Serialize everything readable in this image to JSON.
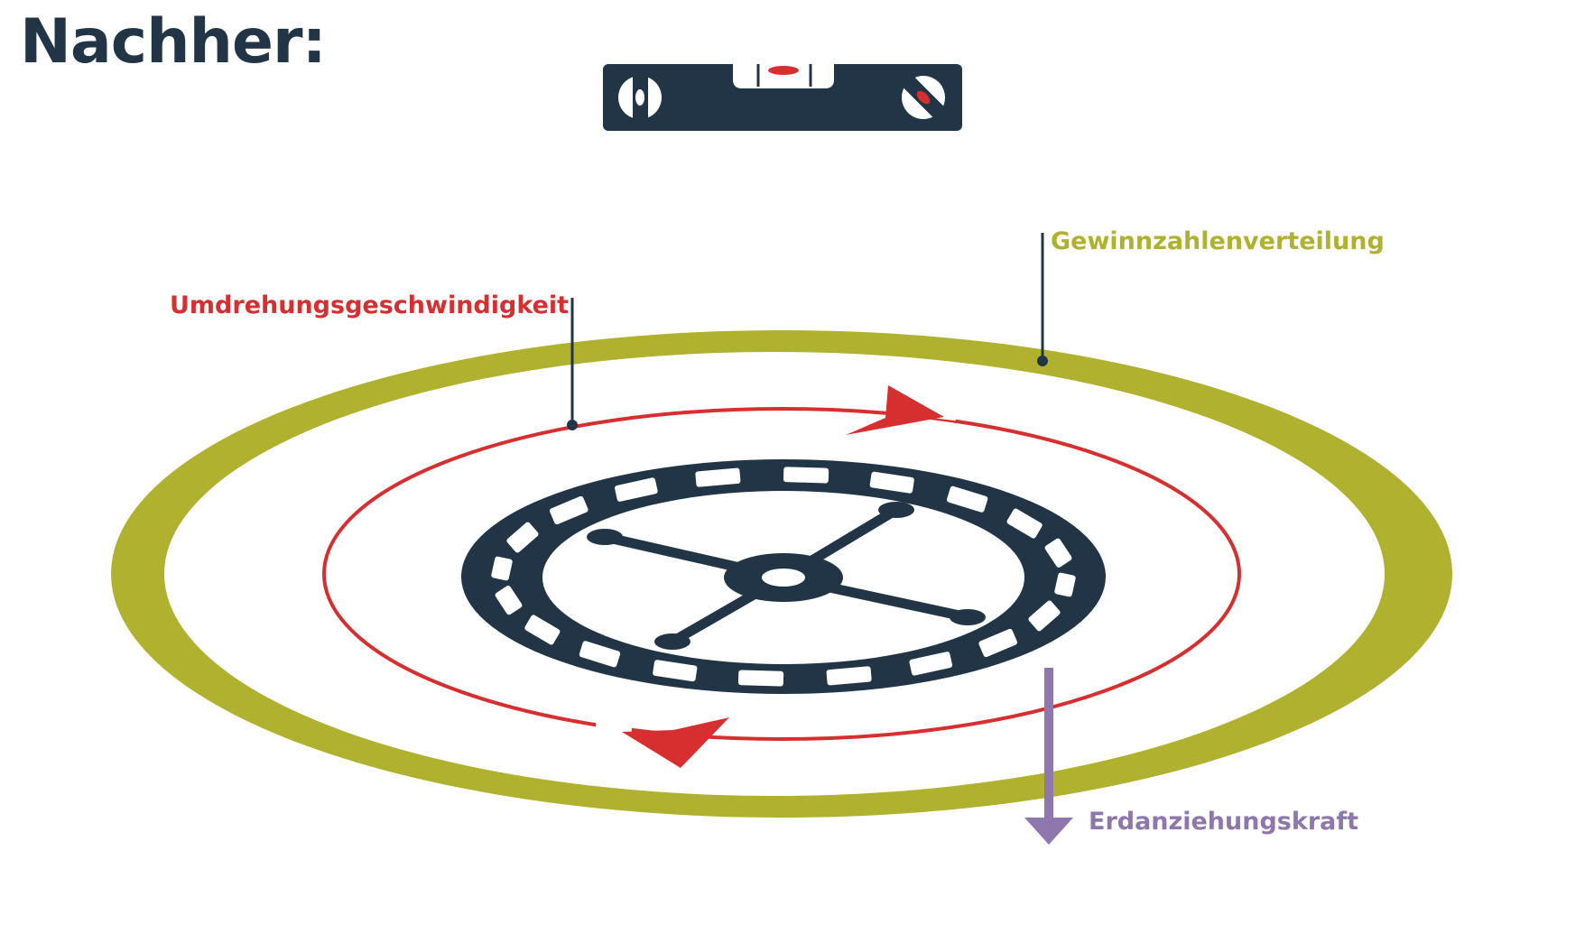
{
  "title": "Nachher:",
  "labels": {
    "speed": "Umdrehungsgeschwindigkeit",
    "distribution": "Gewinnzahlenverteilung",
    "gravity": "Erdanziehungskraft"
  },
  "colors": {
    "navy": "#223547",
    "olive": "#b0b12f",
    "red": "#d72f2f",
    "purple": "#8f76ac"
  }
}
